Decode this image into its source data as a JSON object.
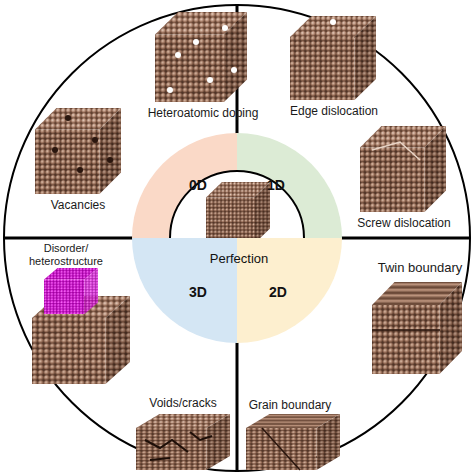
{
  "diagram": {
    "nodes": [
      {
        "text": [
          "0D"
        ]
      },
      {
        "text": [
          "1D"
        ]
      },
      {
        "text": [
          "Perfection"
        ]
      },
      {
        "text": [
          "3D"
        ]
      },
      {
        "text": [
          "2D"
        ]
      }
    ],
    "labels": [
      "Heteroatomic doping",
      "Edge dislocation",
      "Vacancies",
      "Screw dislocation",
      "Disorder/ heterostructure",
      "Twin boundary",
      "Voids/cracks",
      "Grain boundary"
    ]
  }
}
